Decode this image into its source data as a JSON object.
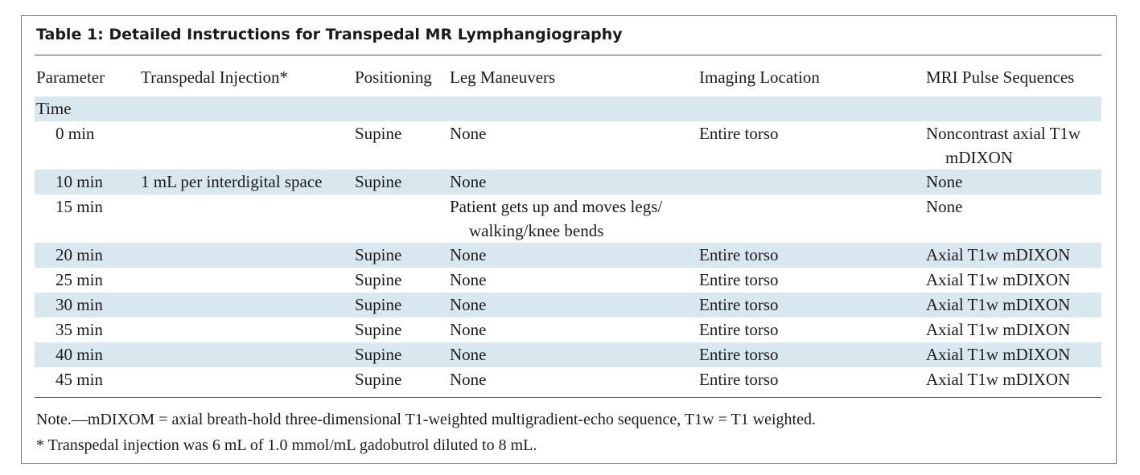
{
  "title": "Table 1: Detailed Instructions for Transpedal MR Lymphangiography",
  "columns": [
    "Parameter",
    "Transpedal Injection*",
    "Positioning",
    "Leg Maneuvers",
    "Imaging Location",
    "MRI Pulse Sequences"
  ],
  "group_label": "Time",
  "rows": [
    {
      "time": "0 min",
      "injection": "",
      "positioning": "Supine",
      "maneuvers": [
        "None"
      ],
      "location": "Entire torso",
      "sequences": [
        "Noncontrast axial T1w",
        "mDIXON"
      ]
    },
    {
      "time": "10 min",
      "injection": "1 mL per interdigital space",
      "positioning": "Supine",
      "maneuvers": [
        "None"
      ],
      "location": "",
      "sequences": [
        "None"
      ]
    },
    {
      "time": "15 min",
      "injection": "",
      "positioning": "",
      "maneuvers": [
        "Patient gets up and moves legs/",
        "walking/knee bends"
      ],
      "location": "",
      "sequences": [
        "None"
      ]
    },
    {
      "time": "20 min",
      "injection": "",
      "positioning": "Supine",
      "maneuvers": [
        "None"
      ],
      "location": "Entire torso",
      "sequences": [
        "Axial T1w mDIXON"
      ]
    },
    {
      "time": "25 min",
      "injection": "",
      "positioning": "Supine",
      "maneuvers": [
        "None"
      ],
      "location": "Entire torso",
      "sequences": [
        "Axial T1w mDIXON"
      ]
    },
    {
      "time": "30 min",
      "injection": "",
      "positioning": "Supine",
      "maneuvers": [
        "None"
      ],
      "location": "Entire torso",
      "sequences": [
        "Axial T1w mDIXON"
      ]
    },
    {
      "time": "35 min",
      "injection": "",
      "positioning": "Supine",
      "maneuvers": [
        "None"
      ],
      "location": "Entire torso",
      "sequences": [
        "Axial T1w mDIXON"
      ]
    },
    {
      "time": "40 min",
      "injection": "",
      "positioning": "Supine",
      "maneuvers": [
        "None"
      ],
      "location": "Entire torso",
      "sequences": [
        "Axial T1w mDIXON"
      ]
    },
    {
      "time": "45 min",
      "injection": "",
      "positioning": "Supine",
      "maneuvers": [
        "None"
      ],
      "location": "Entire torso",
      "sequences": [
        "Axial T1w mDIXON"
      ]
    }
  ],
  "notes": [
    "Note.—mDIXOM = axial breath-hold three-dimensional T1-weighted multigradient-echo sequence, T1w = T1 weighted.",
    "* Transpedal injection was 6 mL of 1.0 mmol/mL gadobutrol diluted to 8 mL."
  ],
  "colors": {
    "shade": "#d8e8ee",
    "rule": "#555555"
  }
}
